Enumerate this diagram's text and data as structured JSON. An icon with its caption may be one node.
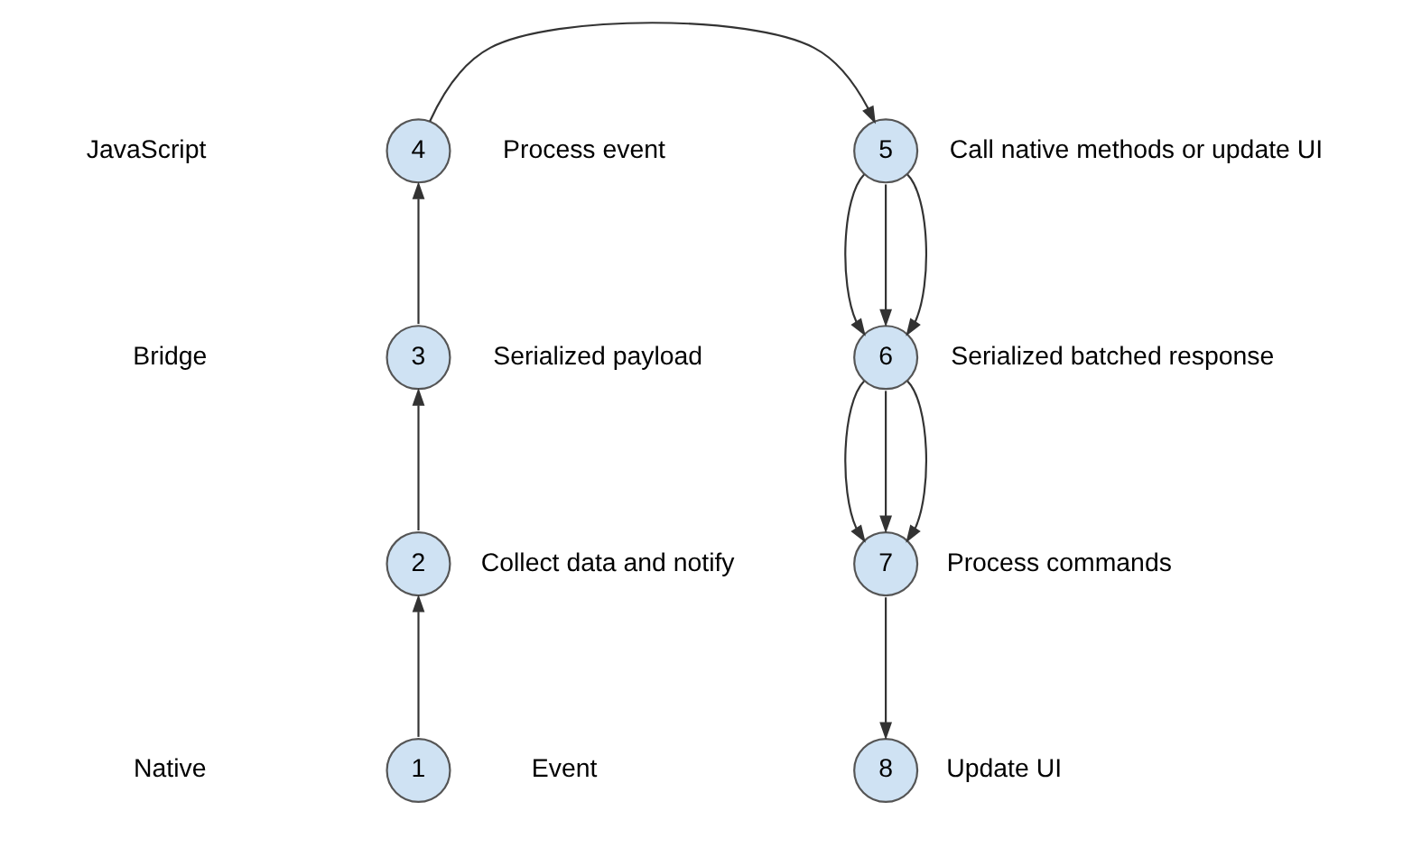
{
  "diagram": {
    "nodes": [
      {
        "text": [
          "1"
        ],
        "beside": [
          "Event"
        ]
      },
      {
        "text": [
          "2"
        ],
        "beside": [
          "Collect data and notify"
        ]
      },
      {
        "text": [
          "3"
        ],
        "beside": [
          "Serialized payload"
        ]
      },
      {
        "text": [
          "4"
        ],
        "beside": [
          "Process event"
        ]
      },
      {
        "text": [
          "5"
        ],
        "beside": [
          "Call native methods or update UI"
        ]
      },
      {
        "text": [
          "6"
        ],
        "beside": [
          "Serialized batched response"
        ]
      },
      {
        "text": [
          "7"
        ],
        "beside": [
          "Process commands"
        ]
      },
      {
        "text": [
          "8"
        ],
        "beside": [
          "Update UI"
        ]
      }
    ],
    "edges": [
      {
        "from": 0,
        "to": 1,
        "arrow": "to"
      },
      {
        "from": 1,
        "to": 2,
        "arrow": "to"
      },
      {
        "from": 2,
        "to": 3,
        "arrow": "to"
      },
      {
        "from": 3,
        "to": 4,
        "arrow": "to"
      },
      {
        "from": 4,
        "to": 5,
        "arrow": "to"
      },
      {
        "from": 4,
        "to": 5,
        "arrow": "to"
      },
      {
        "from": 4,
        "to": 5,
        "arrow": "to"
      },
      {
        "from": 5,
        "to": 6,
        "arrow": "to"
      },
      {
        "from": 5,
        "to": 6,
        "arrow": "to"
      },
      {
        "from": 5,
        "to": 6,
        "arrow": "to"
      },
      {
        "from": 6,
        "to": 7,
        "arrow": "to"
      }
    ],
    "labels": [
      "JavaScript",
      "Bridge",
      "Native"
    ]
  }
}
